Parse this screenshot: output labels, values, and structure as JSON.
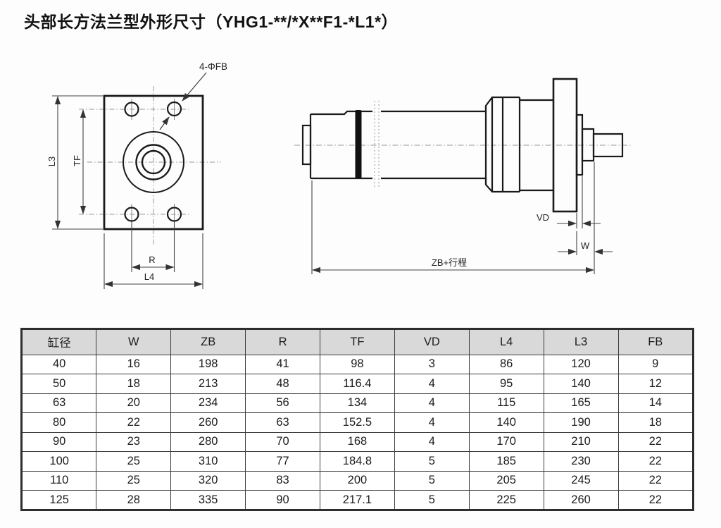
{
  "page": {
    "title": "头部长方法兰型外形尺寸（YHG1-**/*X**F1-*L1*）"
  },
  "front_view": {
    "bolt_hole_label": "4-ΦFB",
    "dim_l3": "L3",
    "dim_tf": "TF",
    "dim_r": "R",
    "dim_l4": "L4"
  },
  "side_view": {
    "dim_vd": "VD",
    "dim_w": "W",
    "dim_zb": "ZB+行程"
  },
  "table": {
    "headers": [
      "缸径",
      "W",
      "ZB",
      "R",
      "TF",
      "VD",
      "L4",
      "L3",
      "FB"
    ],
    "rows": [
      [
        "40",
        "16",
        "198",
        "41",
        "98",
        "3",
        "86",
        "120",
        "9"
      ],
      [
        "50",
        "18",
        "213",
        "48",
        "116.4",
        "4",
        "95",
        "140",
        "12"
      ],
      [
        "63",
        "20",
        "234",
        "56",
        "134",
        "4",
        "115",
        "165",
        "14"
      ],
      [
        "80",
        "22",
        "260",
        "63",
        "152.5",
        "4",
        "140",
        "190",
        "18"
      ],
      [
        "90",
        "23",
        "280",
        "70",
        "168",
        "4",
        "170",
        "210",
        "22"
      ],
      [
        "100",
        "25",
        "310",
        "77",
        "184.8",
        "5",
        "185",
        "230",
        "22"
      ],
      [
        "110",
        "25",
        "320",
        "83",
        "200",
        "5",
        "205",
        "245",
        "22"
      ],
      [
        "125",
        "28",
        "335",
        "90",
        "217.1",
        "5",
        "225",
        "260",
        "22"
      ]
    ]
  },
  "colors": {
    "line": "#1a1a1a",
    "dim_line": "#444444",
    "centerline": "#999999",
    "table_header_bg": "#d9d9d9",
    "table_border": "#3c3c3c"
  }
}
